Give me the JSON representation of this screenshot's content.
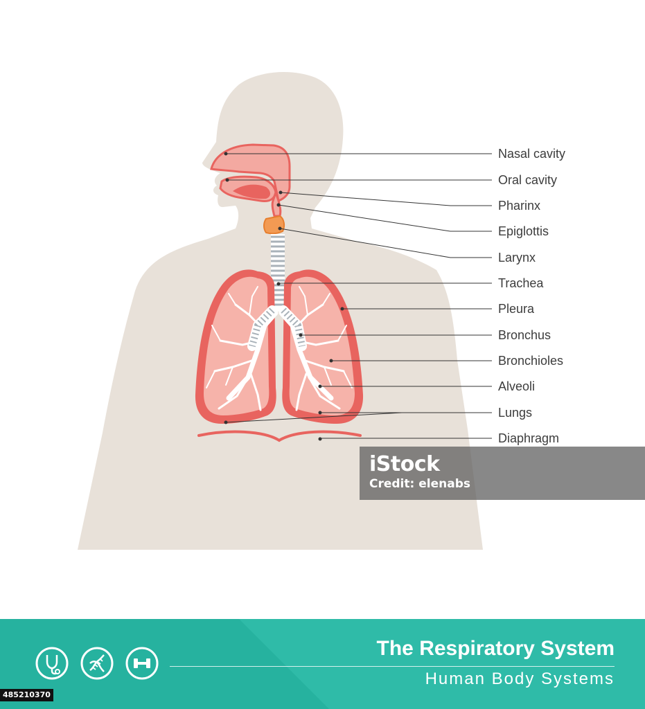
{
  "labels": [
    "Nasal cavity",
    "Oral cavity",
    "Pharinx",
    "Epiglottis",
    "Larynx",
    "Trachea",
    "Pleura",
    "Bronchus",
    "Bronchioles",
    "Alveoli",
    "Lungs",
    "Diaphragm"
  ],
  "watermark": {
    "logo": "iStock",
    "credit": "Credit: elenabs"
  },
  "footer": {
    "title": "The Respiratory System",
    "subtitle": "Human Body Systems",
    "icons": [
      "stethoscope-icon",
      "dna-icon",
      "dumbbell-icon"
    ]
  },
  "image_id": "485210370",
  "colors": {
    "body": "#e8e1d9",
    "lung": "#e8645f",
    "lung_inner": "#f6b3aa",
    "airway": "#f3a9a1",
    "larynx": "#f29a53",
    "trachea_ring": "#a9b2b9",
    "leader_line": "#333333",
    "footer": "#26b29f"
  }
}
